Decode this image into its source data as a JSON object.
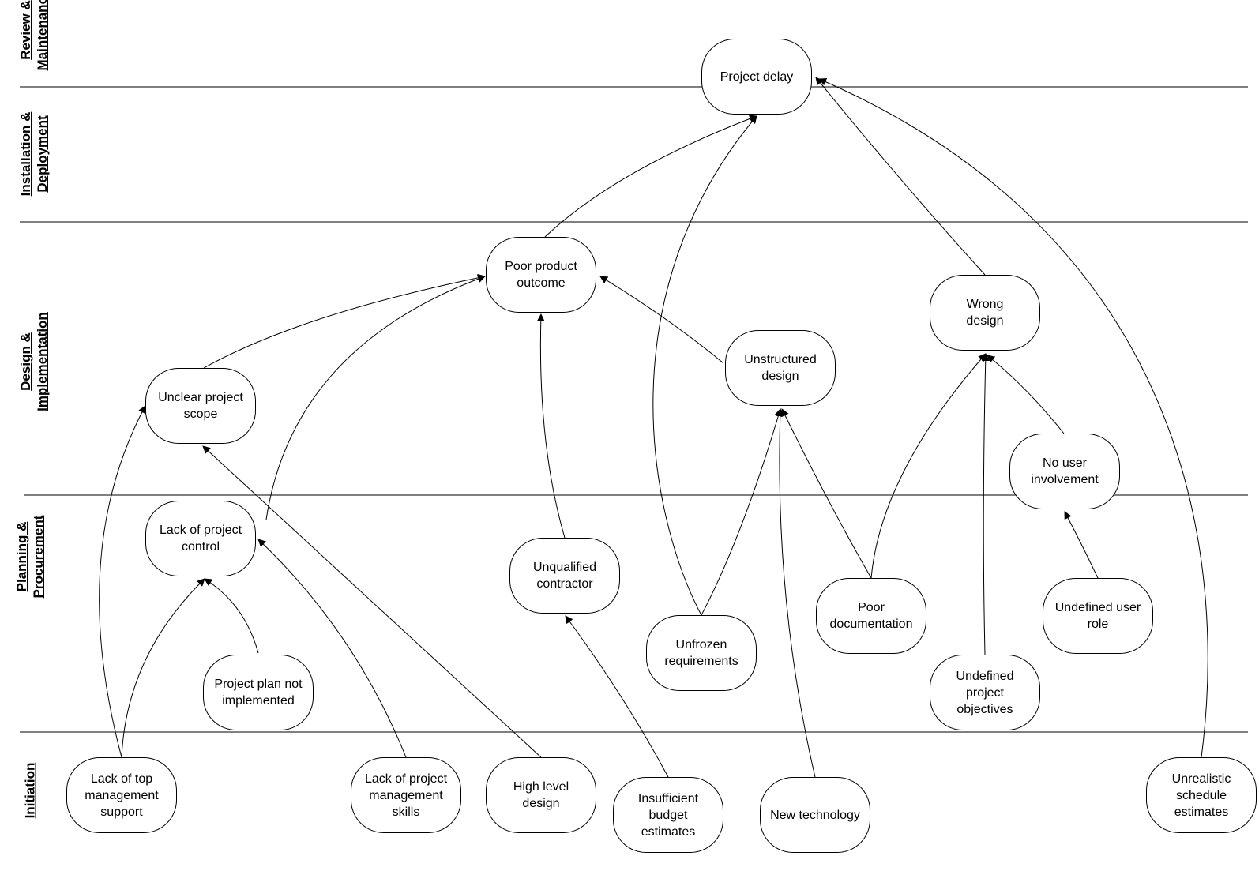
{
  "lanes": [
    {
      "id": "review",
      "line1": "Review &",
      "line2": "Maintenance"
    },
    {
      "id": "installation",
      "line1": "Installation &",
      "line2": "Deployment"
    },
    {
      "id": "design",
      "line1": "Design &",
      "line2": "Implementation"
    },
    {
      "id": "planning",
      "line1": "Planning &",
      "line2": "Procurement"
    },
    {
      "id": "initiation",
      "line1": "Initiation",
      "line2": ""
    }
  ],
  "nodes": {
    "project_delay": {
      "line1": "Project delay",
      "line2": "",
      "line3": ""
    },
    "poor_product_outcome": {
      "line1": "Poor product",
      "line2": "outcome",
      "line3": ""
    },
    "wrong_design": {
      "line1": "Wrong",
      "line2": "design",
      "line3": ""
    },
    "unstructured_design": {
      "line1": "Unstructured",
      "line2": "design",
      "line3": ""
    },
    "unclear_project_scope": {
      "line1": "Unclear project",
      "line2": "scope",
      "line3": ""
    },
    "no_user_involvement": {
      "line1": "No user",
      "line2": "involvement",
      "line3": ""
    },
    "lack_of_project_control": {
      "line1": "Lack of project",
      "line2": "control",
      "line3": ""
    },
    "unqualified_contractor": {
      "line1": "Unqualified",
      "line2": "contractor",
      "line3": ""
    },
    "unfrozen_requirements": {
      "line1": "Unfrozen",
      "line2": "requirements",
      "line3": ""
    },
    "poor_documentation": {
      "line1": "Poor",
      "line2": "documentation",
      "line3": ""
    },
    "undefined_user_role": {
      "line1": "Undefined user",
      "line2": "role",
      "line3": ""
    },
    "project_plan_not_implemented": {
      "line1": "Project plan not",
      "line2": "implemented",
      "line3": ""
    },
    "undefined_project_objectives": {
      "line1": "Undefined",
      "line2": "project",
      "line3": "objectives"
    },
    "lack_of_top_management_support": {
      "line1": "Lack of top",
      "line2": "management",
      "line3": "support"
    },
    "lack_of_project_management_skills": {
      "line1": "Lack of project",
      "line2": "management",
      "line3": "skills"
    },
    "high_level_design": {
      "line1": "High level",
      "line2": "design",
      "line3": ""
    },
    "insufficient_budget_estimates": {
      "line1": "Insufficient",
      "line2": "budget",
      "line3": "estimates"
    },
    "new_technology": {
      "line1": "New technology",
      "line2": "",
      "line3": ""
    },
    "unrealistic_schedule_estimates": {
      "line1": "Unrealistic",
      "line2": "schedule",
      "line3": "estimates"
    }
  },
  "edges": [
    {
      "from": "poor_product_outcome",
      "to": "project_delay"
    },
    {
      "from": "unfrozen_requirements",
      "to": "project_delay"
    },
    {
      "from": "wrong_design",
      "to": "project_delay"
    },
    {
      "from": "unrealistic_schedule_estimates",
      "to": "project_delay"
    },
    {
      "from": "unclear_project_scope",
      "to": "poor_product_outcome"
    },
    {
      "from": "lack_of_project_control",
      "to": "poor_product_outcome"
    },
    {
      "from": "unqualified_contractor",
      "to": "poor_product_outcome"
    },
    {
      "from": "unstructured_design",
      "to": "poor_product_outcome"
    },
    {
      "from": "lack_of_top_management_support",
      "to": "unclear_project_scope"
    },
    {
      "from": "high_level_design",
      "to": "unclear_project_scope"
    },
    {
      "from": "lack_of_top_management_support",
      "to": "lack_of_project_control"
    },
    {
      "from": "project_plan_not_implemented",
      "to": "lack_of_project_control"
    },
    {
      "from": "lack_of_project_management_skills",
      "to": "lack_of_project_control"
    },
    {
      "from": "insufficient_budget_estimates",
      "to": "unqualified_contractor"
    },
    {
      "from": "unfrozen_requirements",
      "to": "unstructured_design"
    },
    {
      "from": "new_technology",
      "to": "unstructured_design"
    },
    {
      "from": "poor_documentation",
      "to": "unstructured_design"
    },
    {
      "from": "poor_documentation",
      "to": "wrong_design"
    },
    {
      "from": "undefined_project_objectives",
      "to": "wrong_design"
    },
    {
      "from": "no_user_involvement",
      "to": "wrong_design"
    },
    {
      "from": "undefined_user_role",
      "to": "no_user_involvement"
    }
  ]
}
